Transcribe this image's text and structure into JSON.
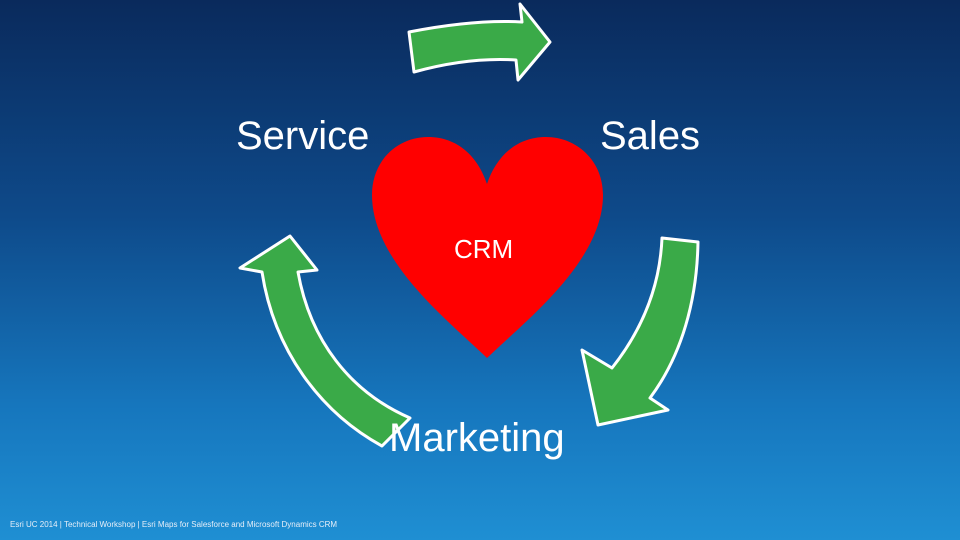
{
  "diagram": {
    "labels": {
      "service": "Service",
      "sales": "Sales",
      "marketing": "Marketing",
      "crm": "CRM"
    },
    "colors": {
      "background_top": "#0a2a5c",
      "background_bottom": "#1f8fd3",
      "heart": "#ff0000",
      "arrow_fill": "#3aaa48",
      "arrow_outline": "#ffffff"
    }
  },
  "footer": {
    "text": "Esri UC 2014 | Technical Workshop | Esri Maps for Salesforce and Microsoft Dynamics CRM"
  }
}
